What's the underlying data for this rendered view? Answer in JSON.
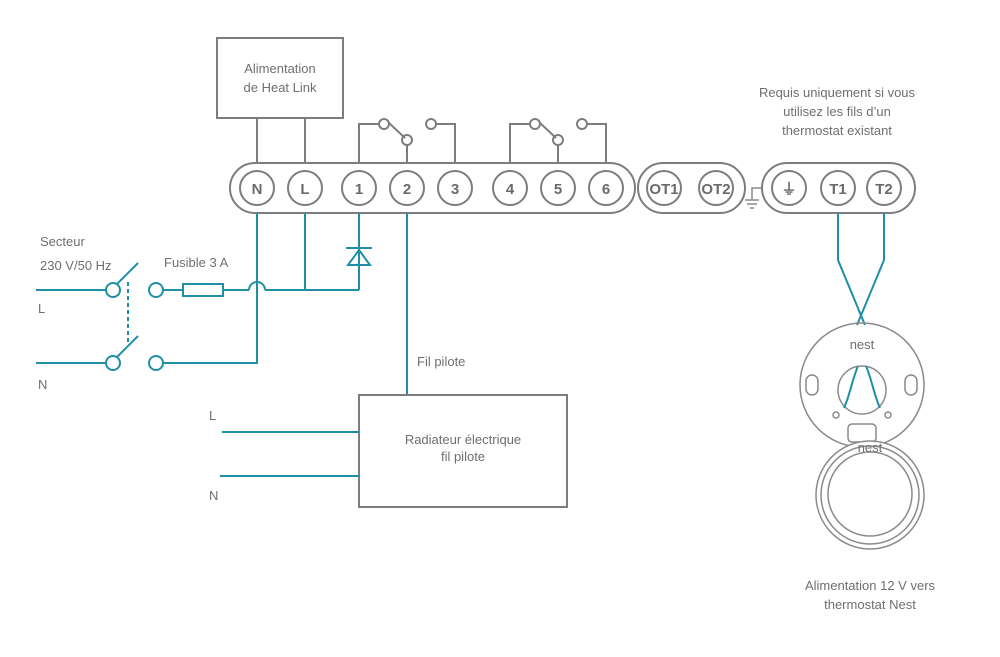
{
  "diagram": {
    "power_box": {
      "line1": "Alimentation",
      "line2": "de Heat Link"
    },
    "terminals_main": [
      "N",
      "L",
      "1",
      "2",
      "3",
      "4",
      "5",
      "6"
    ],
    "terminals_opentherm": [
      "OT1",
      "OT2"
    ],
    "terminals_thermostat": [
      "⏚",
      "T1",
      "T2"
    ],
    "note": {
      "line1": "Requis uniquement si vous",
      "line2": "utilisez les fils d’un",
      "line3": "thermostat existant"
    },
    "mains": {
      "title": "Secteur",
      "spec": "230 V/50 Hz",
      "live": "L",
      "neutral": "N"
    },
    "fuse_label": "Fusible 3 A",
    "pilot_wire_label": "Fil pilote",
    "radiator": {
      "line1": "Radiateur électrique",
      "line2": "fil pilote",
      "live": "L",
      "neutral": "N"
    },
    "thermostat": {
      "base_brand": "nest",
      "display_brand": "nest",
      "caption1": "Alimentation 12 V vers",
      "caption2": "thermostat Nest"
    },
    "colors": {
      "wire": "#1e8fa6",
      "outline": "#7d7d7d",
      "text": "#6f6f6f"
    }
  }
}
